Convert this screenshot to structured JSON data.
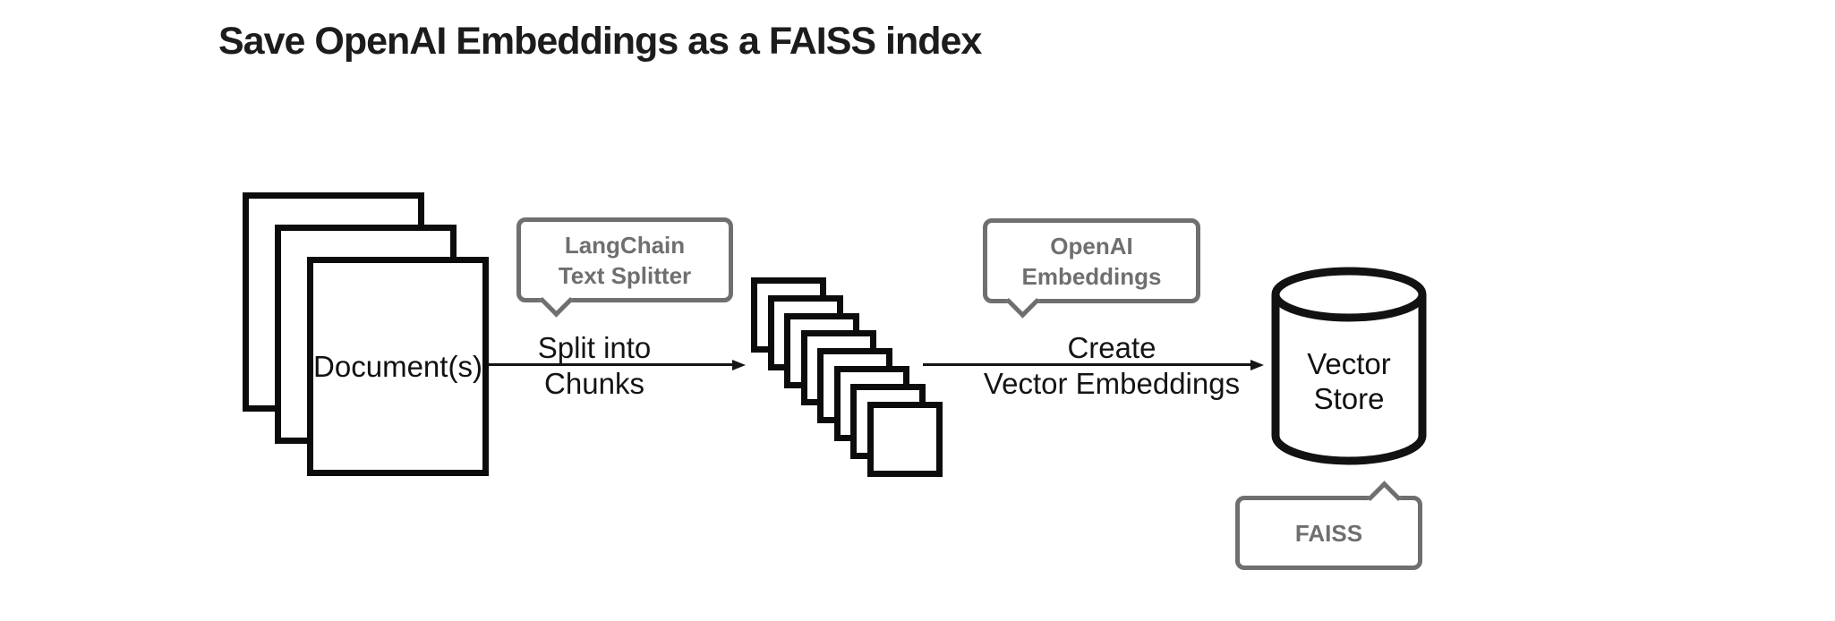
{
  "title": "Save OpenAI Embeddings as a FAISS index",
  "diagram": {
    "documents": {
      "label": "Document(s)",
      "page_count": 3
    },
    "chunks": {
      "square_count": 8
    },
    "vector_store": {
      "label": "Vector\nStore"
    },
    "arrows": {
      "split": {
        "label": "Split into\nChunks"
      },
      "embed": {
        "label": "Create\nVector Embeddings"
      }
    },
    "callouts": {
      "text_splitter": {
        "label": "LangChain\nText Splitter"
      },
      "embeddings": {
        "label": "OpenAI\nEmbeddings"
      },
      "faiss": {
        "label": "FAISS"
      }
    },
    "colors": {
      "ink": "#141414",
      "callout_gray": "#6f6f6f",
      "background": "#ffffff"
    }
  }
}
